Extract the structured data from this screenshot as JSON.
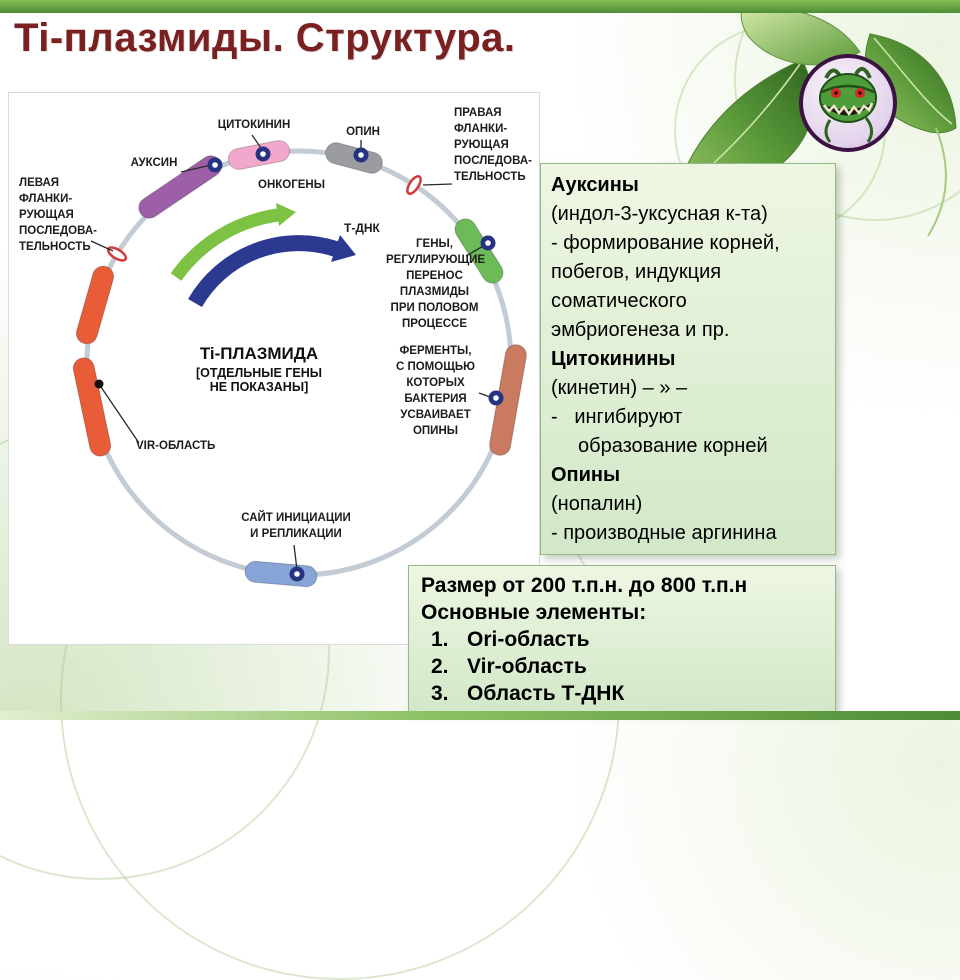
{
  "slide": {
    "title": "Ti-плазмиды. Структура."
  },
  "diagram": {
    "center_title": "Ti-ПЛАЗМИДА",
    "center_subtitle": "[ОТДЕЛЬНЫЕ ГЕНЫ\nНЕ ПОКАЗАНЫ]",
    "labels": {
      "auxin": "АУКСИН",
      "cytokinin": "ЦИТОКИНИН",
      "opine": "ОПИН",
      "right_flank": "ПРАВАЯ\nФЛАНКИ-\nРУЮЩАЯ\nПОСЛЕДОВА-\nТЕЛЬНОСТЬ",
      "left_flank": "ЛЕВАЯ\nФЛАНКИ-\nРУЮЩАЯ\nПОСЛЕДОВА-\nТЕЛЬНОСТЬ",
      "oncogenes": "ОНКОГЕНЫ",
      "t_dna": "Т-ДНК",
      "transfer_genes": "ГЕНЫ,\nРЕГУЛИРУЮЩИЕ\nПЕРЕНОС\nПЛАЗМИДЫ\nПРИ ПОЛОВОМ\nПРОЦЕССЕ",
      "enzymes": "ФЕРМЕНТЫ,\nС ПОМОЩЬЮ\nКОТОРЫХ\nБАКТЕРИЯ\nУСВАИВАЕТ\nОПИНЫ",
      "vir_region": "VIR-ОБЛАСТЬ",
      "init_site": "САЙТ ИНИЦИАЦИИ\nИ РЕПЛИКАЦИИ"
    },
    "colors": {
      "auxin": "#9c5fa8",
      "cytokinin": "#f2a8cc",
      "opine": "#9a9ca0",
      "transfer_genes": "#6cba58",
      "enzymes": "#c97a60",
      "init_site": "#88a4d6",
      "vir": "#e85c38",
      "oncogene_arrow": "#7dc242",
      "tdna_arrow": "#2b3990",
      "flank_tick": "#d23b3b"
    }
  },
  "hormone_box": {
    "lines": [
      "Ауксины",
      "(индол-3-уксусная к-та)",
      "- формирование корней,",
      "побегов, индукция",
      "соматического",
      "эмбриогенеза и пр.",
      "Цитокинины",
      "(кинетин) – » –",
      "-   ингибируют",
      "образование корней",
      "Опины",
      "(нопалин)",
      "- производные аргинина"
    ]
  },
  "size_box": {
    "size_line": "Размер от 200 т.п.н. до 800 т.п.н",
    "elements_line": "Основные элементы:",
    "items": [
      {
        "num": "1.",
        "text": "Ori-область"
      },
      {
        "num": "2.",
        "text": "Vir-область"
      },
      {
        "num": "3.",
        "text": "Область Т-ДНК"
      }
    ]
  }
}
